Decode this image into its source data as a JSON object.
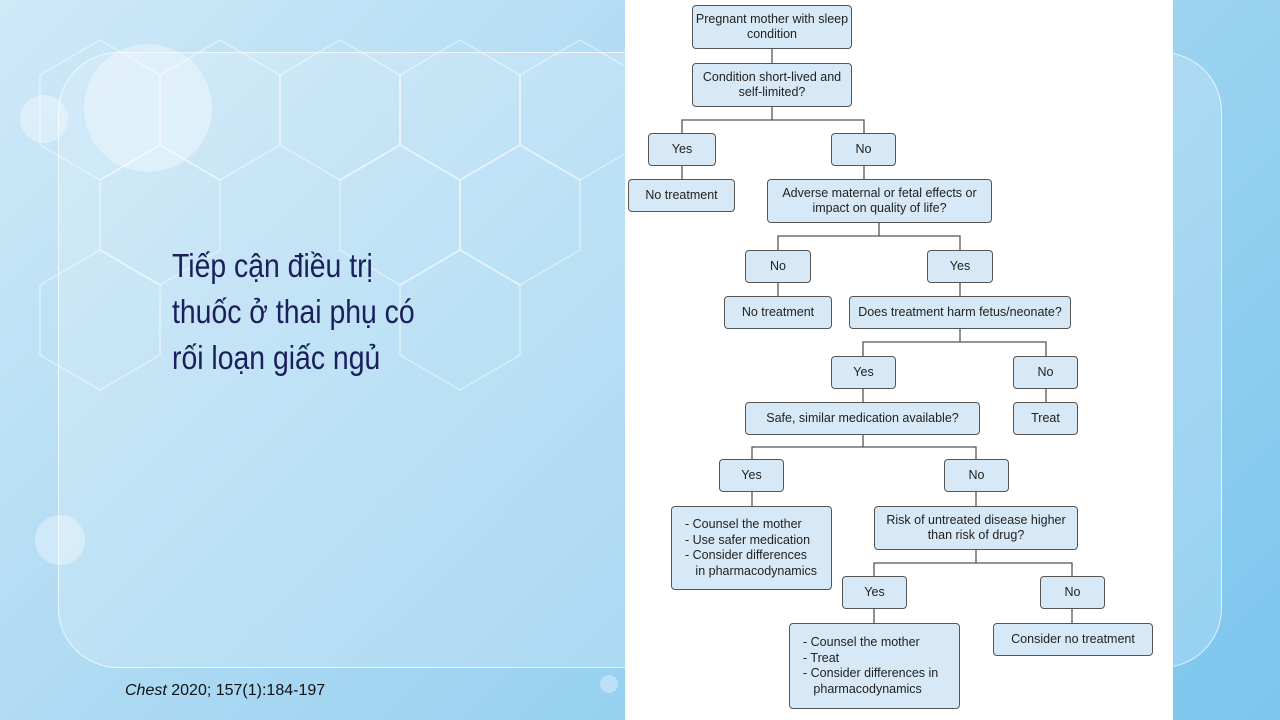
{
  "slide": {
    "title_lines": [
      "Tiếp cận điều trị",
      "thuốc ở thai phụ có",
      "rối loạn giấc ngủ"
    ],
    "citation": {
      "journal": "Chest",
      "rest": " 2020; 157(1):184-197"
    }
  },
  "flowchart": {
    "start": "Pregnant mother with sleep condition",
    "q1": "Condition short-lived and self-limited?",
    "q1_yes": "Yes",
    "q1_no": "No",
    "q1_yes_result": "No treatment",
    "q2": "Adverse maternal or fetal effects or impact on quality of life?",
    "q2_no": "No",
    "q2_yes": "Yes",
    "q2_no_result": "No treatment",
    "q3": "Does treatment harm fetus/neonate?",
    "q3_yes": "Yes",
    "q3_no": "No",
    "q3_no_result": "Treat",
    "q4": "Safe, similar medication available?",
    "q4_yes": "Yes",
    "q4_no": "No",
    "q4_yes_result": "- Counsel the mother\n- Use safer medication\n- Consider differences\n   in pharmacodynamics",
    "q5": "Risk of untreated disease higher than risk of drug?",
    "q5_yes": "Yes",
    "q5_no": "No",
    "q5_yes_result": "- Counsel the mother\n- Treat\n- Consider differences in\n   pharmacodynamics",
    "q5_no_result": "Consider no treatment"
  }
}
